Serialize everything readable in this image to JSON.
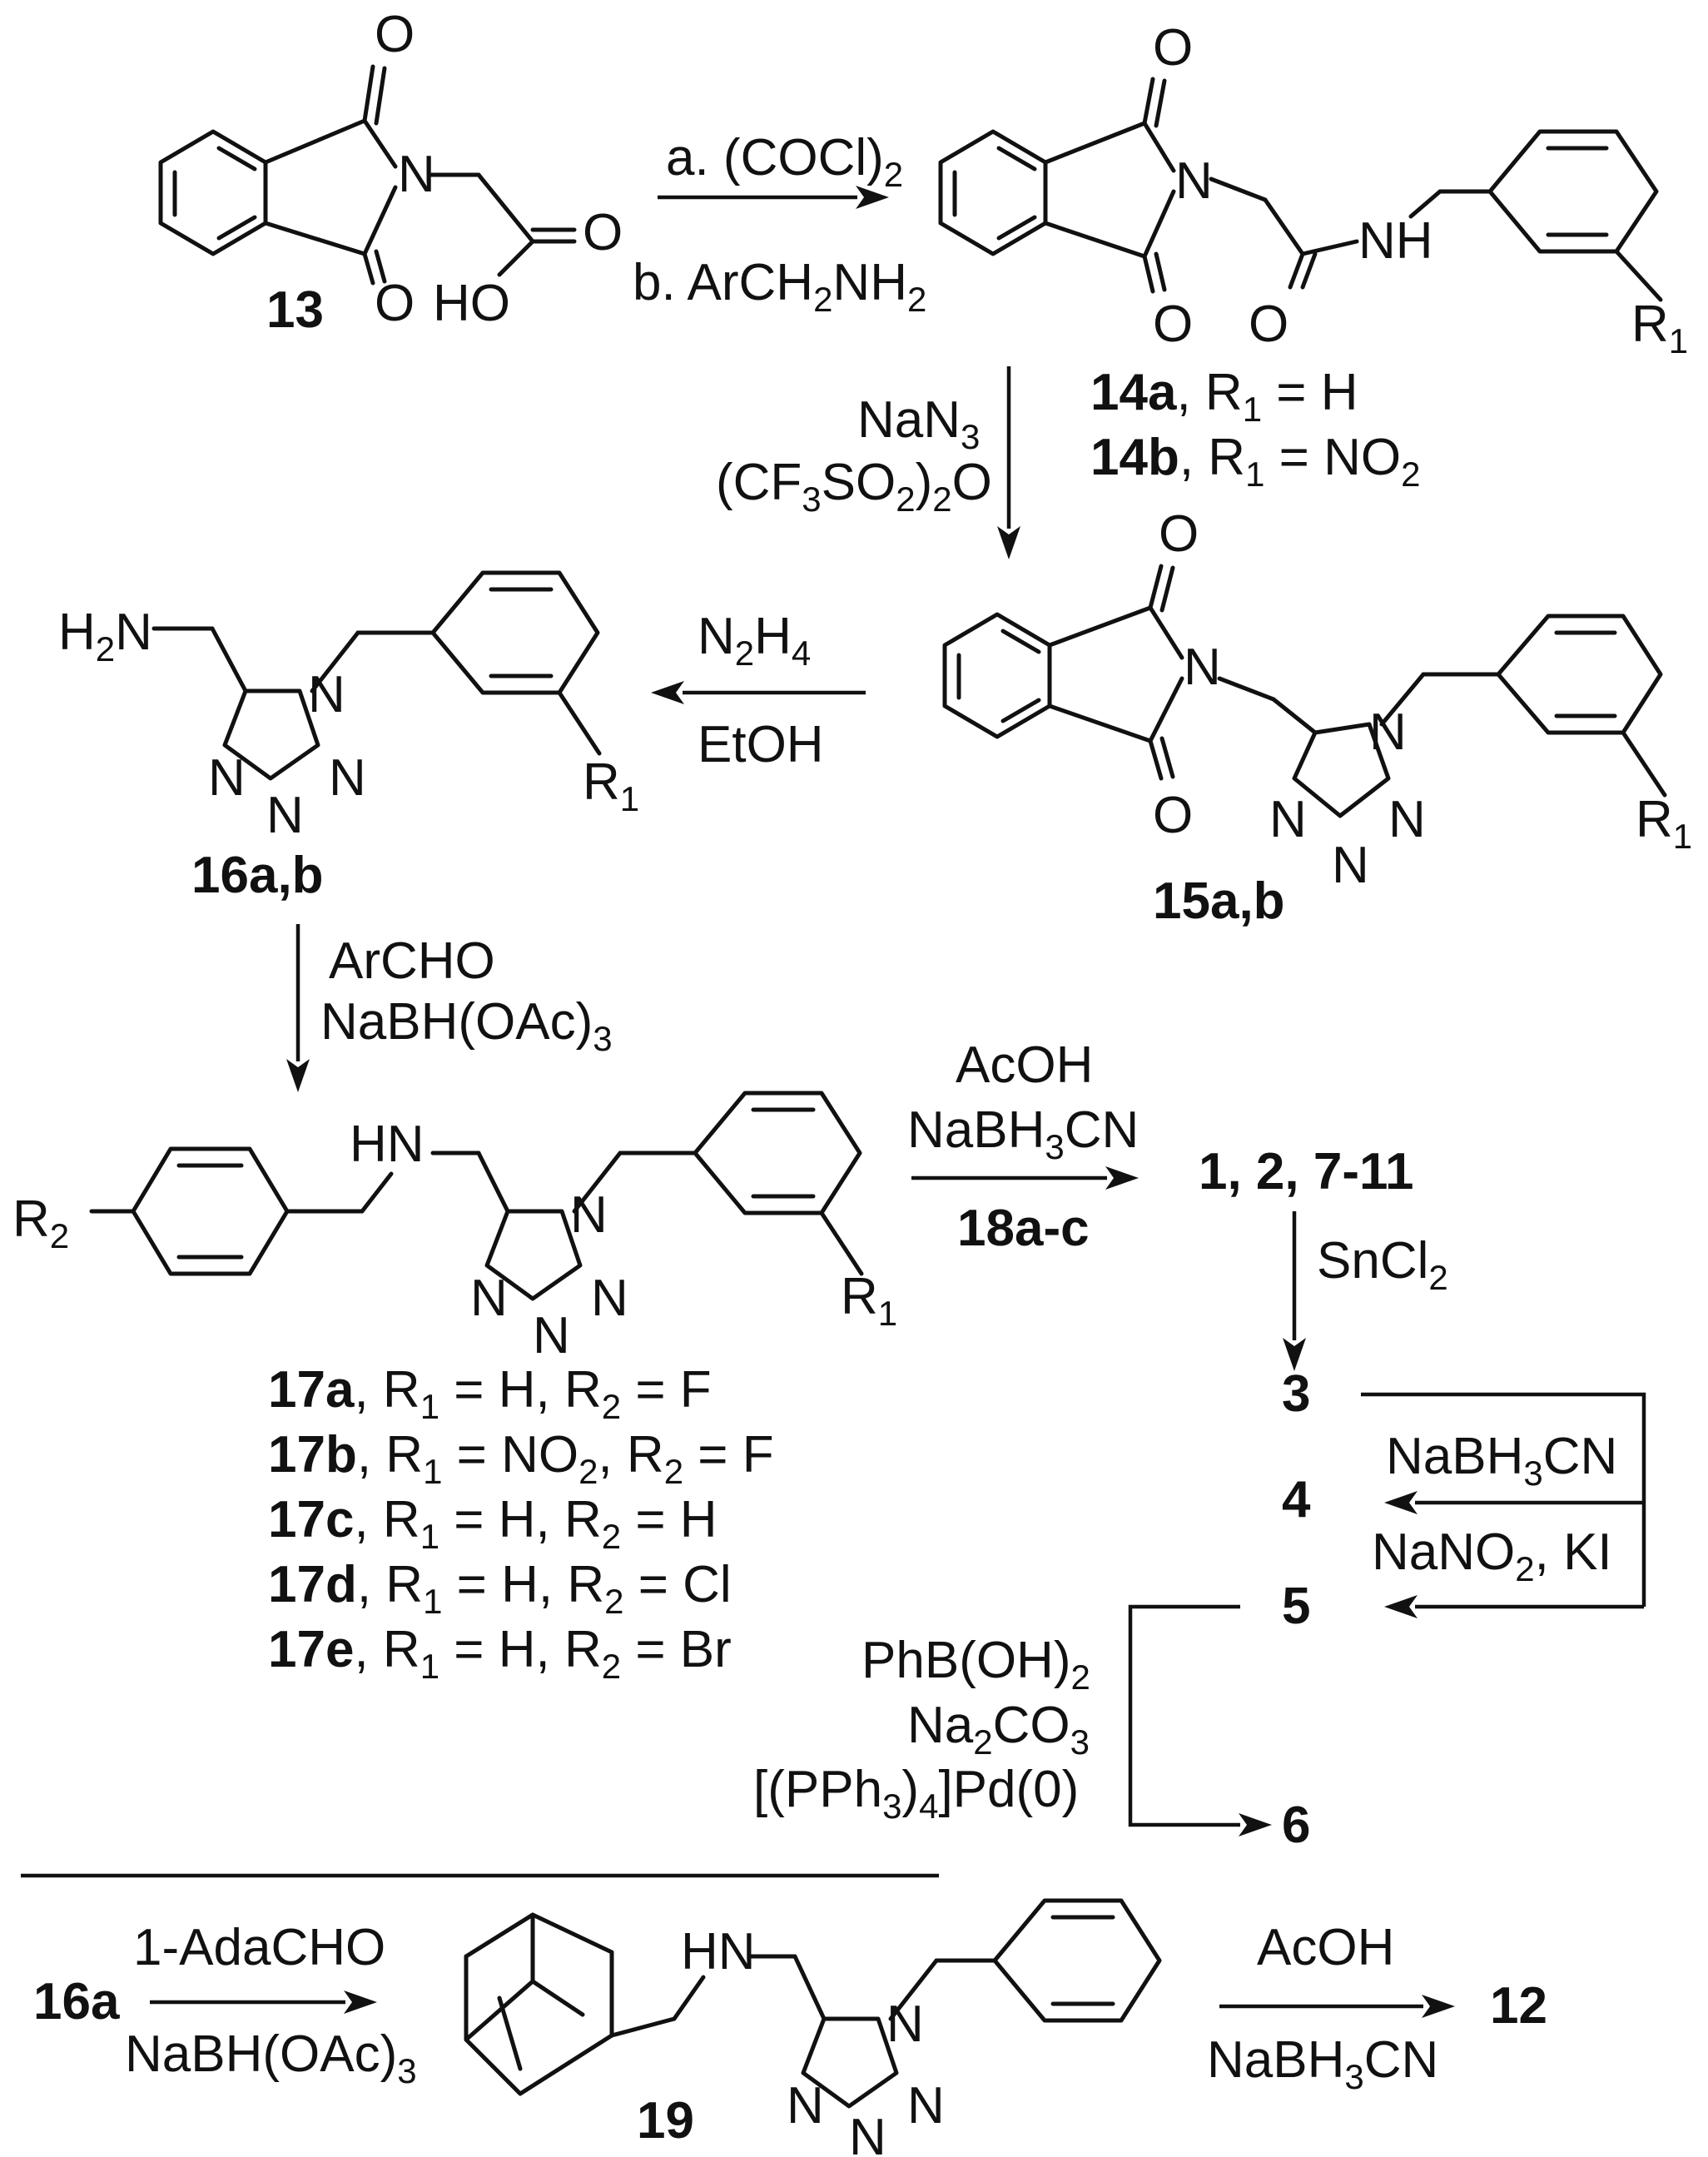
{
  "compounds": {
    "c13": "13",
    "c14a_line": [
      "14a",
      ", R",
      "1",
      " = H"
    ],
    "c14b_line": [
      "14b",
      ", R",
      "1",
      " = NO",
      "2"
    ],
    "c15": "15a,b",
    "c16": "16a,b",
    "c16a": "16a",
    "c19": "19",
    "c12": "12",
    "products_1": "1, 2, 7-11",
    "c3": "3",
    "c4": "4",
    "c5": "5",
    "c6": "6",
    "c17": [
      {
        "id": "17a",
        "r1": "H",
        "r2": "F"
      },
      {
        "id": "17b",
        "r1": "NO",
        "r1sub": "2",
        "r2": "F"
      },
      {
        "id": "17c",
        "r1": "H",
        "r2": "H"
      },
      {
        "id": "17d",
        "r1": "H",
        "r2": "Cl"
      },
      {
        "id": "17e",
        "r1": "H",
        "r2": "Br"
      }
    ]
  },
  "reagents": {
    "step1_a": [
      "a. (COCl)",
      "2"
    ],
    "step1_b": [
      "b. ArCH",
      "2",
      "NH",
      "2"
    ],
    "step2_1": [
      "NaN",
      "3"
    ],
    "step2_2": [
      "(CF",
      "3",
      "SO",
      "2",
      ")",
      "2",
      "O"
    ],
    "step3_1": [
      "N",
      "2",
      "H",
      "4"
    ],
    "step3_2": "EtOH",
    "step4_1": "ArCHO",
    "step4_2": [
      "NaBH(OAc)",
      "3"
    ],
    "step5_1": "AcOH",
    "step5_2": [
      "NaBH",
      "3",
      "CN"
    ],
    "step5_3": "18a-c",
    "step6": [
      "SnCl",
      "2"
    ],
    "step7": [
      "NaBH",
      "3",
      "CN"
    ],
    "step8": [
      "NaNO",
      "2",
      ", KI"
    ],
    "step9_1": [
      "PhB(OH)",
      "2"
    ],
    "step9_2": [
      "Na",
      "2",
      "CO",
      "3"
    ],
    "step9_3": [
      "[(PPh",
      "3",
      ")",
      "4",
      "]Pd(0)"
    ],
    "step10_1": "1-AdaCHO",
    "step10_2": [
      "NaBH(OAc)",
      "3"
    ],
    "step11_1": "AcOH",
    "step11_2": [
      "NaBH",
      "3",
      "CN"
    ]
  },
  "atoms": {
    "O": "O",
    "N": "N",
    "HO": "HO",
    "NH": "NH",
    "HN": "HN",
    "H2N": [
      "H",
      "2",
      "N"
    ],
    "R1": [
      "R",
      "1"
    ],
    "R2": [
      "R",
      "2"
    ]
  }
}
